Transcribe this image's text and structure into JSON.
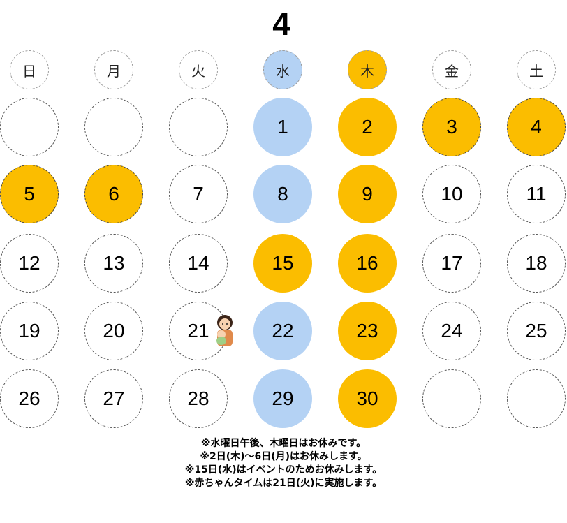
{
  "calendar": {
    "month": "4",
    "weekdays": [
      {
        "label": "日",
        "style": "plain"
      },
      {
        "label": "月",
        "style": "plain"
      },
      {
        "label": "火",
        "style": "plain"
      },
      {
        "label": "水",
        "style": "blue"
      },
      {
        "label": "木",
        "style": "gold"
      },
      {
        "label": "金",
        "style": "plain"
      },
      {
        "label": "土",
        "style": "plain"
      }
    ],
    "colors": {
      "blue": "#b4d2f4",
      "gold": "#fbbd00",
      "plain": "#ffffff"
    },
    "weeks": [
      [
        {
          "label": "",
          "style": "plain"
        },
        {
          "label": "",
          "style": "plain"
        },
        {
          "label": "",
          "style": "plain"
        },
        {
          "label": "1",
          "style": "blue"
        },
        {
          "label": "2",
          "style": "gold"
        },
        {
          "label": "3",
          "style": "holiday"
        },
        {
          "label": "4",
          "style": "holiday"
        }
      ],
      [
        {
          "label": "5",
          "style": "holiday"
        },
        {
          "label": "6",
          "style": "holiday"
        },
        {
          "label": "7",
          "style": "plain"
        },
        {
          "label": "8",
          "style": "blue"
        },
        {
          "label": "9",
          "style": "gold"
        },
        {
          "label": "10",
          "style": "plain"
        },
        {
          "label": "11",
          "style": "plain"
        }
      ],
      [
        {
          "label": "12",
          "style": "plain"
        },
        {
          "label": "13",
          "style": "plain"
        },
        {
          "label": "14",
          "style": "plain"
        },
        {
          "label": "15",
          "style": "gold"
        },
        {
          "label": "16",
          "style": "gold"
        },
        {
          "label": "17",
          "style": "plain"
        },
        {
          "label": "18",
          "style": "plain"
        }
      ],
      [
        {
          "label": "19",
          "style": "plain"
        },
        {
          "label": "20",
          "style": "plain"
        },
        {
          "label": "21",
          "style": "plain",
          "icon": "baby-icon"
        },
        {
          "label": "22",
          "style": "blue"
        },
        {
          "label": "23",
          "style": "gold"
        },
        {
          "label": "24",
          "style": "plain"
        },
        {
          "label": "25",
          "style": "plain"
        }
      ],
      [
        {
          "label": "26",
          "style": "plain"
        },
        {
          "label": "27",
          "style": "plain"
        },
        {
          "label": "28",
          "style": "plain"
        },
        {
          "label": "29",
          "style": "blue"
        },
        {
          "label": "30",
          "style": "gold"
        },
        {
          "label": "",
          "style": "plain"
        },
        {
          "label": "",
          "style": "plain"
        }
      ]
    ]
  },
  "notes": [
    "※水曜日午後、木曜日はお休みです。",
    "※2日(木)～6日(月)はお休みします。",
    "※15日(水)はイベントのためお休みします。",
    "※赤ちゃんタイムは21日(火)に実施します。"
  ]
}
